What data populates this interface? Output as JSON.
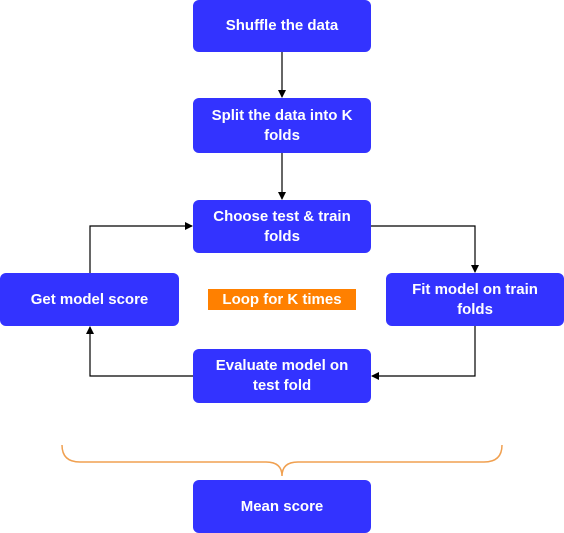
{
  "nodes": {
    "shuffle": "Shuffle the data",
    "split": "Split the data into K folds",
    "choose": "Choose test & train folds",
    "fit": "Fit model on train folds",
    "evaluate": "Evaluate model on test fold",
    "get_score": "Get model score",
    "mean": "Mean score"
  },
  "loop_label": "Loop for K times",
  "colors": {
    "node_fill": "#3333ff",
    "node_text": "#ffffff",
    "loop_label_fill": "#ff8000",
    "brace": "#f0a050",
    "edge": "#000000"
  }
}
